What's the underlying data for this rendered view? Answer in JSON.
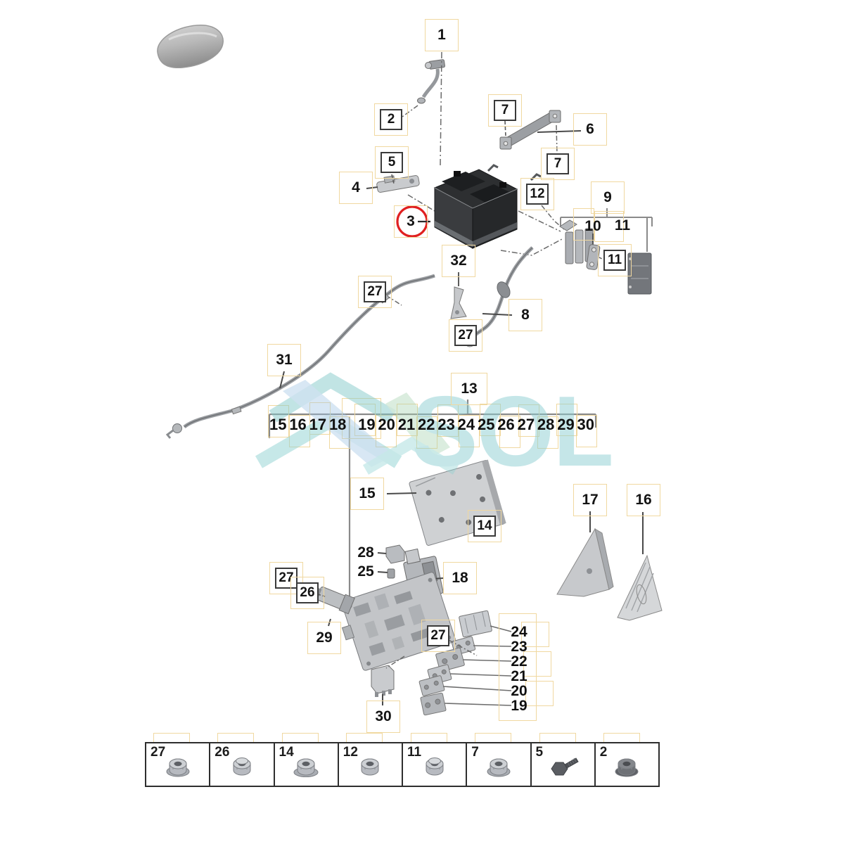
{
  "watermark": {
    "text": "SOL",
    "color": "#8ccfd2"
  },
  "colors": {
    "highlight": "#f0d8a0",
    "attention_circle": "#e02020"
  },
  "labels": {
    "n1": "1",
    "n2": "2",
    "n3": "3",
    "n4": "4",
    "n5": "5",
    "n6": "6",
    "n7a": "7",
    "n7b": "7",
    "n8": "8",
    "n9": "9",
    "n10": "10",
    "n11": "11",
    "n11b": "11",
    "n12": "12",
    "n13": "13",
    "n14": "14",
    "n15": "15",
    "n16": "16",
    "n17": "17",
    "n18": "18",
    "n25": "25",
    "n26": "26",
    "n27a": "27",
    "n27b": "27",
    "n27c": "27",
    "n27d": "27",
    "n28": "28",
    "n29": "29",
    "n30": "30",
    "n31": "31",
    "n32": "32"
  },
  "strip": {
    "numbers": [
      "15",
      "16",
      "17",
      "18",
      "19",
      "20",
      "21",
      "22",
      "23",
      "24",
      "25",
      "26",
      "27",
      "28",
      "29",
      "30"
    ]
  },
  "fuse_column": {
    "labels": [
      "24",
      "23",
      "22",
      "21",
      "20",
      "19"
    ]
  },
  "legend": {
    "items": [
      {
        "num": "27",
        "part": "flange-nut"
      },
      {
        "num": "26",
        "part": "lock-nut"
      },
      {
        "num": "14",
        "part": "small-flange-nut"
      },
      {
        "num": "12",
        "part": "hex-nut"
      },
      {
        "num": "11",
        "part": "lock-nut"
      },
      {
        "num": "7",
        "part": "flange-nut"
      },
      {
        "num": "5",
        "part": "hex-bolt"
      },
      {
        "num": "2",
        "part": "dark-flange-nut"
      }
    ]
  },
  "hotspots": [
    [
      381,
      576,
      30,
      46
    ],
    [
      411,
      590,
      30,
      46
    ],
    [
      440,
      572,
      30,
      46
    ],
    [
      468,
      592,
      30,
      46
    ],
    [
      504,
      574,
      30,
      46
    ],
    [
      534,
      590,
      30,
      46
    ],
    [
      564,
      574,
      30,
      46
    ],
    [
      592,
      592,
      30,
      46
    ],
    [
      622,
      575,
      30,
      46
    ],
    [
      652,
      590,
      30,
      46
    ],
    [
      682,
      574,
      30,
      46
    ],
    [
      710,
      591,
      30,
      46
    ],
    [
      737,
      575,
      30,
      46
    ],
    [
      764,
      592,
      30,
      46
    ],
    [
      791,
      574,
      30,
      46
    ],
    [
      819,
      590,
      30,
      46
    ],
    [
      486,
      566,
      56,
      58
    ],
    [
      845,
      300,
      42,
      44
    ],
    [
      815,
      296,
      30,
      46
    ],
    [
      709,
      872,
      54,
      153
    ],
    [
      741,
      884,
      40,
      36
    ],
    [
      744,
      926,
      40,
      36
    ],
    [
      747,
      968,
      40,
      36
    ],
    [
      218,
      1042,
      52,
      46
    ],
    [
      309,
      1042,
      52,
      46
    ],
    [
      401,
      1042,
      52,
      46
    ],
    [
      492,
      1042,
      52,
      46
    ],
    [
      584,
      1042,
      52,
      46
    ],
    [
      675,
      1042,
      52,
      46
    ],
    [
      767,
      1042,
      52,
      46
    ],
    [
      858,
      1042,
      52,
      46
    ]
  ]
}
